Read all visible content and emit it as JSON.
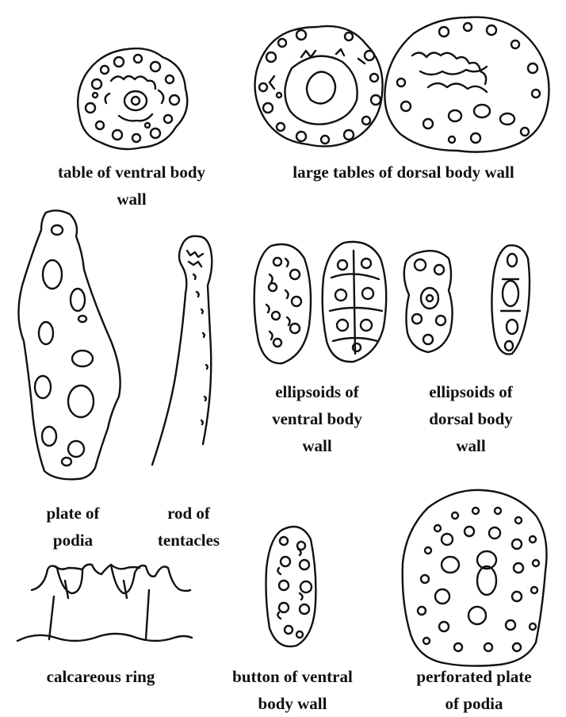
{
  "labels": {
    "ventral_table": [
      "table of ventral body",
      "wall"
    ],
    "dorsal_tables": [
      "large tables of dorsal body wall"
    ],
    "plate_podia": [
      "plate of",
      "podia"
    ],
    "rod_tentacles": [
      "rod of",
      "tentacles"
    ],
    "ellipsoids_ventral": [
      "ellipsoids of",
      "ventral body",
      "wall"
    ],
    "ellipsoids_dorsal": [
      "ellipsoids of",
      "dorsal body",
      "wall"
    ],
    "calcareous_ring": [
      "calcareous ring"
    ],
    "button_ventral": [
      "button of ventral",
      "body wall"
    ],
    "perforated_plate": [
      "perforated plate",
      "of podia"
    ]
  },
  "colors": {
    "ink": "#111111",
    "background": "#ffffff"
  }
}
